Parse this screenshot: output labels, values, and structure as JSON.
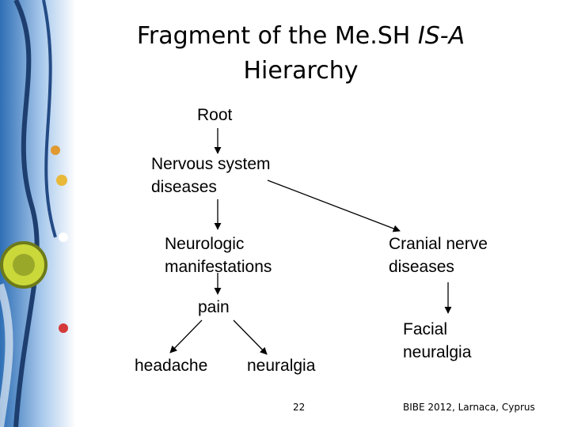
{
  "slide": {
    "title_main": "Fragment of the Me.SH",
    "title_italic": "IS-A",
    "title_line2": "Hierarchy",
    "page_number": "22",
    "footer": "BIBE 2012, Larnaca, Cyprus"
  },
  "nodes": {
    "root": "Root",
    "nervous": "Nervous system\ndiseases",
    "neurologic": "Neurologic\nmanifestations",
    "cranial": "Cranial nerve\ndiseases",
    "pain": "pain",
    "headache": "headache",
    "neuralgia": "neuralgia",
    "facial": "Facial\nneuralgia"
  },
  "colors": {
    "text": "#000000",
    "decor_blue": "#3a7fc4",
    "decor_light": "#dce9f7"
  }
}
